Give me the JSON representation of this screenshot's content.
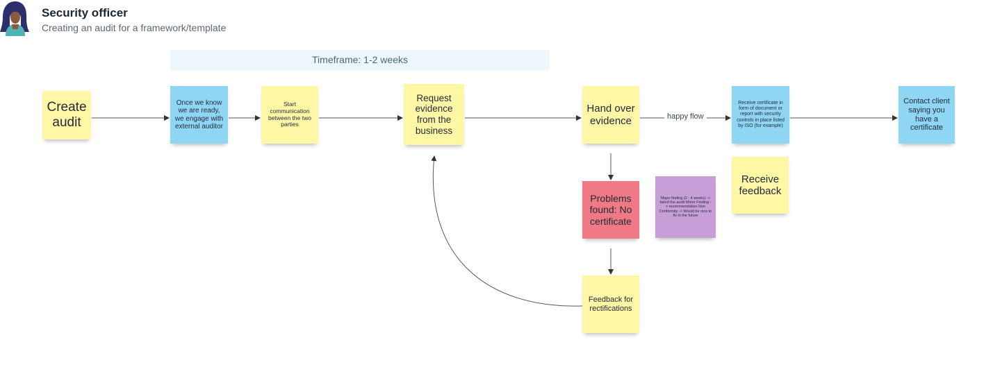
{
  "header": {
    "title": "Security officer",
    "subtitle": "Creating an audit for a framework/template",
    "avatar_icon": "person-avatar-icon"
  },
  "timeframe": {
    "label": "Timeframe: 1-2 weeks"
  },
  "notes": {
    "create_audit": "Create audit",
    "engage_auditor": "Once we know we are ready, we engage with external auditor",
    "start_communication": "Start communication between the two parties",
    "request_evidence": "Request evidence from the business",
    "hand_over_evidence": "Hand over evidence",
    "receive_certificate": "Receive certificate in form of document or report with security controls in place listed by ISO (for example)",
    "contact_client": "Contact client saying you have a certificate",
    "receive_feedback": "Receive feedback",
    "problems_found": "Problems found: No certificate",
    "findings_explanation": "Major finding (2 - 4 weeks) -> failed the audit Minor Finding -> recommendation Non Conformity -> Would be nice to fix in the future",
    "feedback_rectifications": "Feedback for rectifications"
  },
  "edges": {
    "happy_flow_label": "happy flow"
  },
  "colors": {
    "yellow": "#fff6a6",
    "blue": "#8fd6f5",
    "red": "#ef7a86",
    "purple": "#c79ed7",
    "timeframe_background": "#eef7fb"
  }
}
